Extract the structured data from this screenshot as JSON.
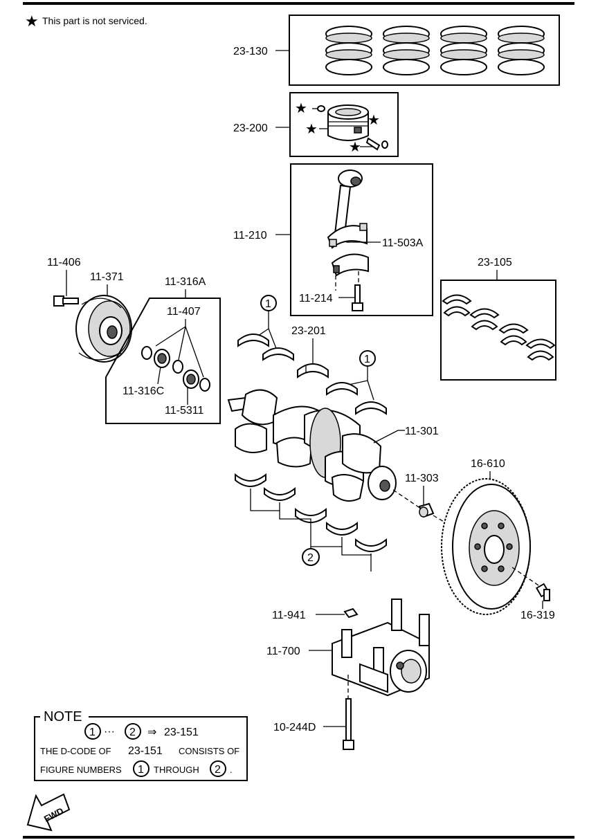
{
  "legend": {
    "star_note": "This part is not serviced."
  },
  "labels": {
    "p23_130": "23-130",
    "p23_200": "23-200",
    "p11_210": "11-210",
    "p11_503A": "11-503A",
    "p11_214": "11-214",
    "p23_105": "23-105",
    "p11_406": "11-406",
    "p11_371": "11-371",
    "p11_316A": "11-316A",
    "p11_407": "11-407",
    "p11_316C": "11-316C",
    "p11_5311": "11-5311",
    "p23_201": "23-201",
    "p11_301": "11-301",
    "p11_303": "11-303",
    "p16_610": "16-610",
    "p16_319": "16-319",
    "p11_941": "11-941",
    "p11_700": "11-700",
    "p10_244D": "10-244D",
    "circle1": "1",
    "circle2": "2"
  },
  "note": {
    "title": "NOTE",
    "line1_range_sep": "···",
    "line1_arrow": "⇒",
    "line1_code": "23-151",
    "line2": "THE D-CODE OF",
    "line2_code": "23-151",
    "line2_end": "CONSISTS OF",
    "line3_start": "FIGURE NUMBERS",
    "line3_mid": "THROUGH",
    "line3_end": "."
  },
  "fwd": "FWD"
}
